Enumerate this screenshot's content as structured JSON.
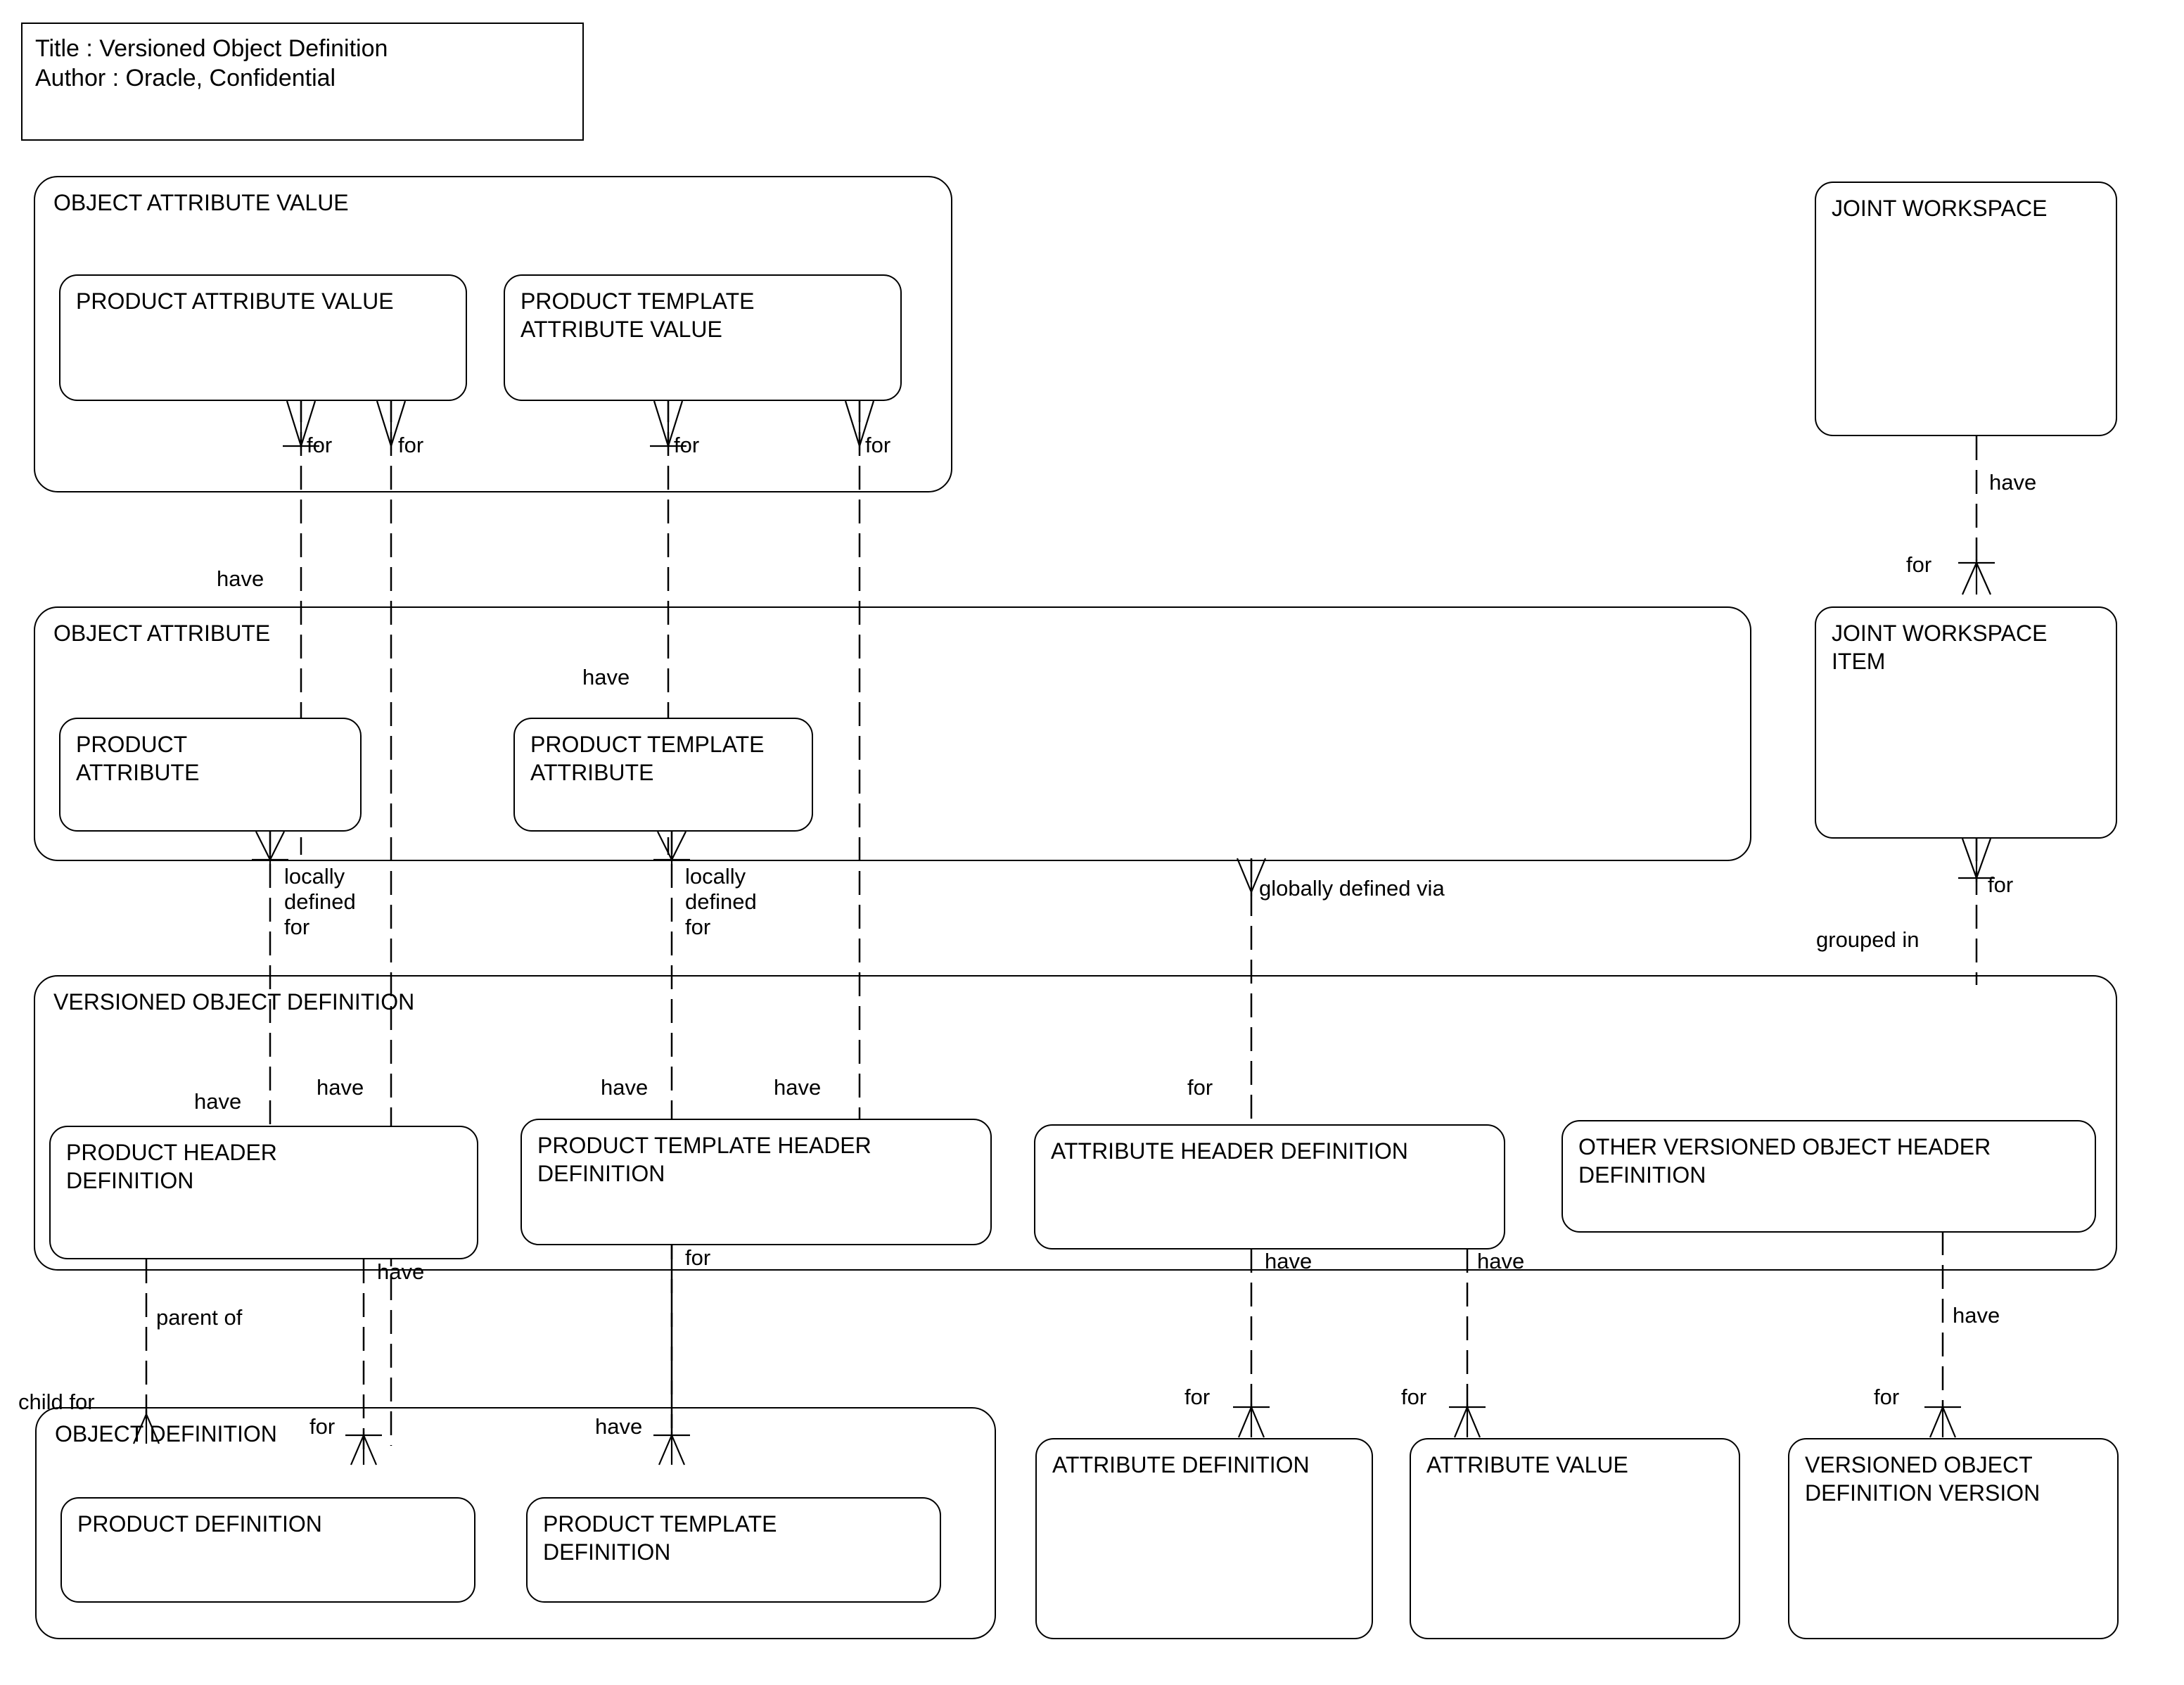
{
  "diagram": {
    "title_block": {
      "line1": "Title : Versioned Object Definition",
      "line2": "Author : Oracle, Confidential"
    },
    "supertypes": [
      {
        "id": "object-attribute-value",
        "label": "OBJECT ATTRIBUTE VALUE"
      },
      {
        "id": "object-attribute",
        "label": "OBJECT ATTRIBUTE"
      },
      {
        "id": "versioned-object-definition",
        "label": "VERSIONED OBJECT DEFINITION"
      },
      {
        "id": "object-definition",
        "label": "OBJECT DEFINITION"
      }
    ],
    "entities": [
      {
        "id": "product-attribute-value",
        "label": "PRODUCT ATTRIBUTE VALUE"
      },
      {
        "id": "product-template-attribute-value",
        "label": "PRODUCT TEMPLATE\nATTRIBUTE VALUE"
      },
      {
        "id": "joint-workspace",
        "label": "JOINT WORKSPACE"
      },
      {
        "id": "product-attribute",
        "label": "PRODUCT\nATTRIBUTE"
      },
      {
        "id": "product-template-attribute",
        "label": "PRODUCT TEMPLATE\nATTRIBUTE"
      },
      {
        "id": "joint-workspace-item",
        "label": "JOINT WORKSPACE\nITEM"
      },
      {
        "id": "product-header-definition",
        "label": "PRODUCT HEADER\nDEFINITION"
      },
      {
        "id": "product-template-header-definition",
        "label": "PRODUCT TEMPLATE HEADER\nDEFINITION"
      },
      {
        "id": "attribute-header-definition",
        "label": "ATTRIBUTE HEADER DEFINITION"
      },
      {
        "id": "other-versioned-object-header-definition",
        "label": "OTHER VERSIONED OBJECT HEADER\nDEFINITION"
      },
      {
        "id": "product-definition",
        "label": "PRODUCT DEFINITION"
      },
      {
        "id": "product-template-definition",
        "label": "PRODUCT TEMPLATE\nDEFINITION"
      },
      {
        "id": "attribute-definition",
        "label": "ATTRIBUTE DEFINITION"
      },
      {
        "id": "attribute-value",
        "label": "ATTRIBUTE VALUE"
      },
      {
        "id": "versioned-object-definition-version",
        "label": "VERSIONED OBJECT\nDEFINITION VERSION"
      }
    ],
    "relationship_labels": [
      {
        "id": "rl-01",
        "text": "for"
      },
      {
        "id": "rl-02",
        "text": "for"
      },
      {
        "id": "rl-03",
        "text": "for"
      },
      {
        "id": "rl-04",
        "text": "for"
      },
      {
        "id": "rl-05",
        "text": "have"
      },
      {
        "id": "rl-06",
        "text": "have"
      },
      {
        "id": "rl-07",
        "text": "have"
      },
      {
        "id": "rl-08",
        "text": "for"
      },
      {
        "id": "rl-09",
        "text": "locally\ndefined\nfor"
      },
      {
        "id": "rl-10",
        "text": "locally\ndefined\nfor"
      },
      {
        "id": "rl-11",
        "text": "globally defined via"
      },
      {
        "id": "rl-12",
        "text": "for"
      },
      {
        "id": "rl-13",
        "text": "grouped in"
      },
      {
        "id": "rl-14",
        "text": "have"
      },
      {
        "id": "rl-15",
        "text": "have"
      },
      {
        "id": "rl-16",
        "text": "have"
      },
      {
        "id": "rl-17",
        "text": "have"
      },
      {
        "id": "rl-18",
        "text": "for"
      },
      {
        "id": "rl-19",
        "text": "have"
      },
      {
        "id": "rl-20",
        "text": "for"
      },
      {
        "id": "rl-21",
        "text": "have"
      },
      {
        "id": "rl-22",
        "text": "have"
      },
      {
        "id": "rl-23",
        "text": "parent of"
      },
      {
        "id": "rl-24",
        "text": "child for"
      },
      {
        "id": "rl-25",
        "text": "for"
      },
      {
        "id": "rl-26",
        "text": "have"
      },
      {
        "id": "rl-27",
        "text": "for"
      },
      {
        "id": "rl-28",
        "text": "for"
      },
      {
        "id": "rl-29",
        "text": "for"
      },
      {
        "id": "rl-30",
        "text": "have"
      }
    ],
    "colors": {
      "stroke": "#000000",
      "background": "#ffffff",
      "text": "#000000"
    }
  }
}
